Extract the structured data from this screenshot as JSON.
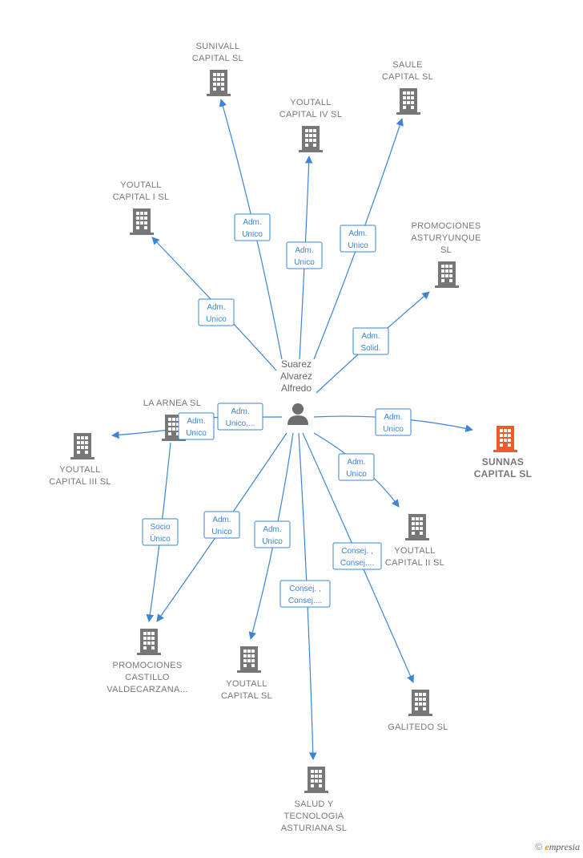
{
  "colors": {
    "edge": "#3b84d6",
    "building": "#777777",
    "building_highlight": "#f05a28",
    "person": "#6d6d6d"
  },
  "person": {
    "name_lines": [
      "Suarez",
      "Alvarez",
      "Alfredo"
    ],
    "icon": "person-icon"
  },
  "companies": [
    {
      "id": "sunivall",
      "lines": [
        "SUNIVALL",
        "CAPITAL  SL"
      ],
      "icon": "building-icon"
    },
    {
      "id": "youtall-iv",
      "lines": [
        "YOUTALL",
        "CAPITAL IV  SL"
      ],
      "icon": "building-icon"
    },
    {
      "id": "saule",
      "lines": [
        "SAULE",
        "CAPITAL  SL"
      ],
      "icon": "building-icon"
    },
    {
      "id": "youtall-i",
      "lines": [
        "YOUTALL",
        "CAPITAL I  SL"
      ],
      "icon": "building-icon"
    },
    {
      "id": "promociones-asturyunque",
      "lines": [
        "PROMOCIONES",
        "ASTURYUNQUE",
        "SL"
      ],
      "icon": "building-icon"
    },
    {
      "id": "la-arnea",
      "lines": [
        "LA ARNEA SL"
      ],
      "icon": "building-icon"
    },
    {
      "id": "youtall-iii",
      "lines": [
        "YOUTALL",
        "CAPITAL III  SL"
      ],
      "icon": "building-icon"
    },
    {
      "id": "sunnas",
      "lines": [
        "SUNNAS",
        "CAPITAL  SL"
      ],
      "icon": "building-icon",
      "highlight": true
    },
    {
      "id": "youtall-ii",
      "lines": [
        "YOUTALL",
        "CAPITAL II  SL"
      ],
      "icon": "building-icon"
    },
    {
      "id": "promociones-castillo",
      "lines": [
        "PROMOCIONES",
        "CASTILLO",
        "VALDECARZANA..."
      ],
      "icon": "building-icon"
    },
    {
      "id": "youtall-capital",
      "lines": [
        "YOUTALL",
        "CAPITAL  SL"
      ],
      "icon": "building-icon"
    },
    {
      "id": "galitedo",
      "lines": [
        "GALITEDO SL"
      ],
      "icon": "building-icon"
    },
    {
      "id": "salud-tecnologia",
      "lines": [
        "SALUD Y",
        "TECNOLOGIA",
        "ASTURIANA  SL"
      ],
      "icon": "building-icon"
    }
  ],
  "roles": [
    {
      "id": "r-sunivall",
      "lines": [
        "Adm.",
        "Unico"
      ]
    },
    {
      "id": "r-youtall-iv",
      "lines": [
        "Adm.",
        "Unico"
      ]
    },
    {
      "id": "r-saule",
      "lines": [
        "Adm.",
        "Unico"
      ]
    },
    {
      "id": "r-youtall-i",
      "lines": [
        "Adm.",
        "Unico"
      ]
    },
    {
      "id": "r-asturyunque",
      "lines": [
        "Adm.",
        "Solid."
      ]
    },
    {
      "id": "r-la-arnea",
      "lines": [
        "Adm.",
        "Unico,..."
      ]
    },
    {
      "id": "r-youtall-iii",
      "lines": [
        "Adm.",
        "Unico"
      ]
    },
    {
      "id": "r-sunnas",
      "lines": [
        "Adm.",
        "Unico"
      ]
    },
    {
      "id": "r-youtall-ii",
      "lines": [
        "Adm.",
        "Unico"
      ]
    },
    {
      "id": "r-castillo-person",
      "lines": [
        "Adm.",
        "Unico"
      ]
    },
    {
      "id": "r-castillo-arnea",
      "lines": [
        "Socio",
        "Único"
      ]
    },
    {
      "id": "r-youtall-capital",
      "lines": [
        "Adm.",
        "Unico"
      ]
    },
    {
      "id": "r-galitedo",
      "lines": [
        "Consej. ,",
        "Consej...."
      ]
    },
    {
      "id": "r-salud",
      "lines": [
        "Consej. ,",
        "Consej...."
      ]
    }
  ],
  "footer": {
    "copyright": "©",
    "brand_e": "e",
    "brand_rest": "mpresia"
  }
}
